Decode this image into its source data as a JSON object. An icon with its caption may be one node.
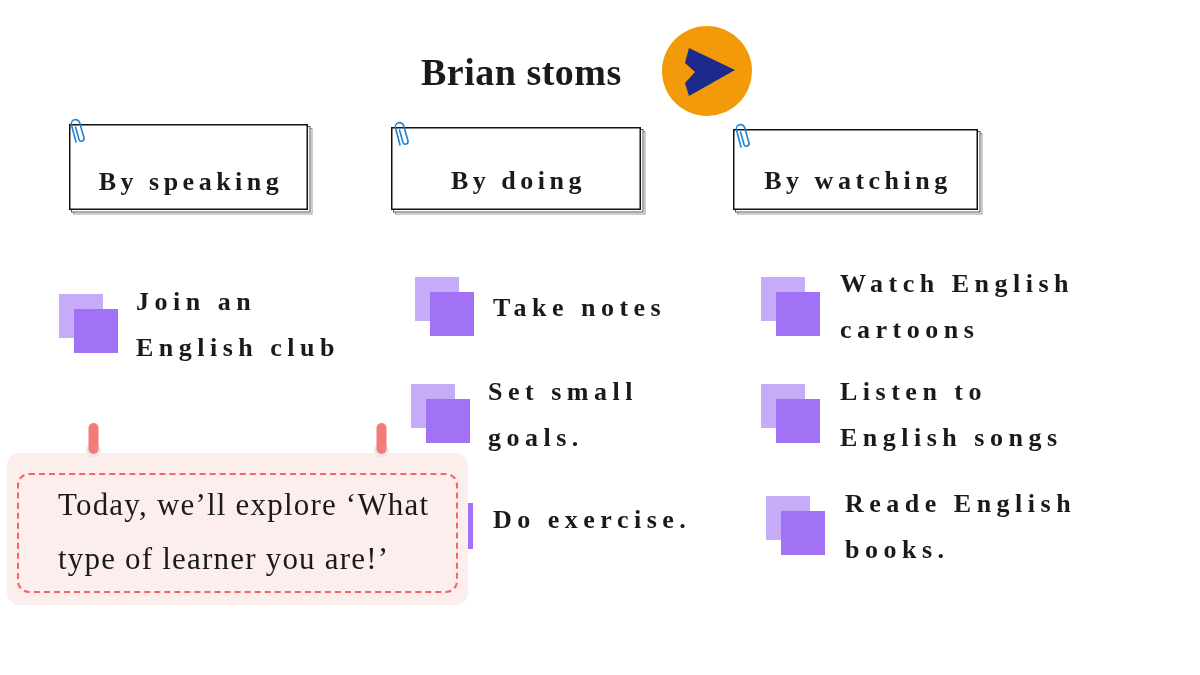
{
  "diagram": {
    "title": "Brian stoms",
    "nodes": [
      {
        "text": [
          "By speaking"
        ]
      },
      {
        "text": [
          "By doing"
        ]
      },
      {
        "text": [
          "By watching"
        ]
      },
      {
        "text": [
          "Today, we’ll explore ‘What type of learner you are!’"
        ]
      }
    ],
    "labels": [
      "Join an English club",
      "Take notes",
      "Set small goals.",
      "Do exercise.",
      "Watch English cartoons",
      "Listen to English songs",
      "Reade English books."
    ]
  }
}
